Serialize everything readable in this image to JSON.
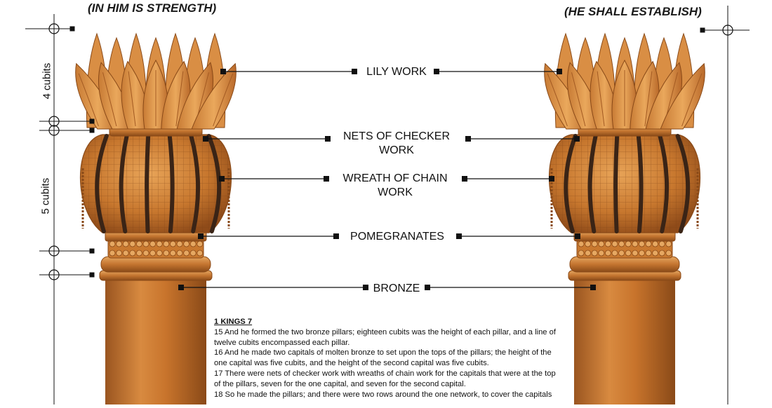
{
  "captions": {
    "left": "(IN HIM IS STRENGTH)",
    "right": "(HE SHALL ESTABLISH)"
  },
  "labels": {
    "lily_work": "LILY WORK",
    "nets_line1": "NETS OF CHECKER",
    "nets_line2": "WORK",
    "wreath_line1": "WREATH OF CHAIN",
    "wreath_line2": "WORK",
    "pomegranates": "POMEGRANATES",
    "bronze": "BRONZE"
  },
  "dimensions": {
    "lily_height": "4 cubits",
    "capital_height": "5 cubits"
  },
  "scripture": {
    "heading": "1 KINGS 7",
    "verse15": "15 And he formed the two bronze pillars; eighteen cubits was the height of each pillar, and a line of twelve cubits encompassed each pillar.",
    "verse16": "16 And he made two capitals of molten bronze to set upon the tops of the pillars; the height of the one capital was five cubits, and the height of the second capital was five cubits.",
    "verse17": "17 There were nets of checker work with wreaths of chain work for the capitals that were at the top of the pillars, seven for the one capital, and seven for the second capital.",
    "verse18": "18 So he made the pillars; and there were two rows around the one network, to cover the capitals"
  },
  "colors": {
    "bronze_light": "#e6a862",
    "bronze_mid": "#c8782f",
    "bronze_dark": "#8a4a18",
    "chain": "#3a2416",
    "line": "#111111"
  }
}
